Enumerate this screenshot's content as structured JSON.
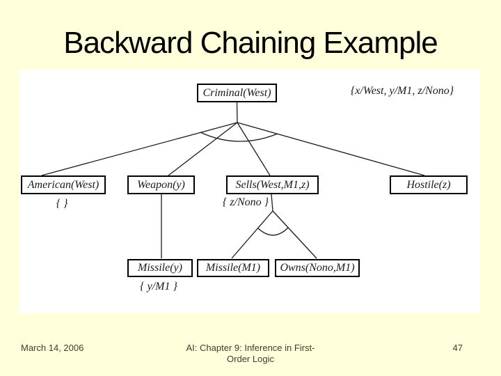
{
  "slide": {
    "title": "Backward Chaining Example",
    "background_color": "#FFFFDC",
    "panel_color": "#FFFFFF"
  },
  "footer": {
    "date": "March 14, 2006",
    "course_line1": "AI: Chapter 9: Inference in First-",
    "course_line2": "Order Logic",
    "page_number": "47"
  },
  "diagram": {
    "type": "backward-chaining-proof-tree",
    "substitution_top": "{x/West, y/M1, z/Nono}",
    "nodes": {
      "criminal": {
        "label": "Criminal(West)"
      },
      "american": {
        "label": "American(West)",
        "substitution": "{ }"
      },
      "weapon": {
        "label": "Weapon(y)"
      },
      "sells": {
        "label": "Sells(West,M1,z)",
        "substitution": "{ z/Nono }"
      },
      "hostile": {
        "label": "Hostile(z)"
      },
      "missile_y": {
        "label": "Missile(y)",
        "substitution": "{ y/M1 }"
      },
      "missile_m1": {
        "label": "Missile(M1)"
      },
      "owns": {
        "label": "Owns(Nono,M1)"
      }
    },
    "edges": [
      "criminal->american",
      "criminal->weapon",
      "criminal->sells",
      "criminal->hostile",
      "weapon->missile_y",
      "sells->missile_m1",
      "sells->owns"
    ],
    "and_arcs": [
      "criminal-children",
      "sells-children"
    ]
  }
}
